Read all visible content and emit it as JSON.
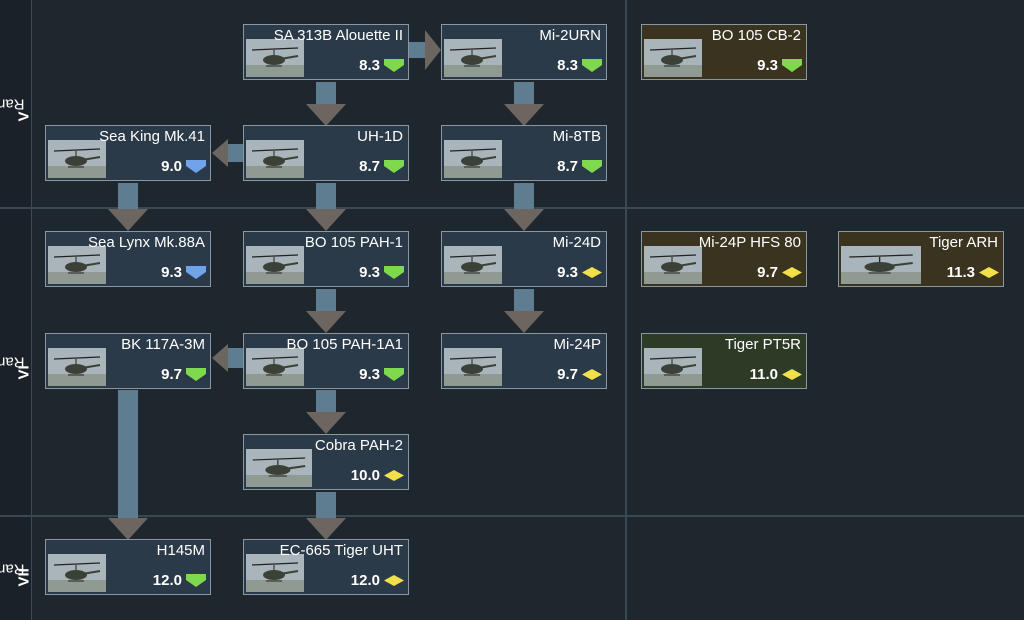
{
  "ranks": [
    {
      "prefix": "Rank ",
      "numeral": "V"
    },
    {
      "prefix": "Rank ",
      "numeral": "VI"
    },
    {
      "prefix": "Rank ",
      "numeral": "VII"
    }
  ],
  "colors": {
    "badge_green": "#7fd94e",
    "badge_blue": "#6fa3ea",
    "badge_yellow": "#f2e04a",
    "connector": "#5e7d90",
    "arrow": "#6d6660"
  },
  "vehicles": [
    {
      "name": "SA 313B Alouette II",
      "br": "8.3",
      "badge": "green",
      "icon": "helicopter-thumbnail"
    },
    {
      "name": "Mi-2URN",
      "br": "8.3",
      "badge": "green",
      "icon": "helicopter-thumbnail"
    },
    {
      "name": "BO 105 CB-2",
      "br": "9.3",
      "badge": "green",
      "icon": "helicopter-thumbnail"
    },
    {
      "name": "Sea King Mk.41",
      "br": "9.0",
      "badge": "blue",
      "icon": "helicopter-thumbnail"
    },
    {
      "name": "UH-1D",
      "br": "8.7",
      "badge": "green",
      "icon": "helicopter-thumbnail"
    },
    {
      "name": "Mi-8TB",
      "br": "8.7",
      "badge": "green",
      "icon": "helicopter-thumbnail"
    },
    {
      "name": "Sea Lynx Mk.88A",
      "br": "9.3",
      "badge": "blue",
      "icon": "helicopter-thumbnail"
    },
    {
      "name": "BO 105 PAH-1",
      "br": "9.3",
      "badge": "green",
      "icon": "helicopter-thumbnail"
    },
    {
      "name": "Mi-24D",
      "br": "9.3",
      "badge": "yellow",
      "icon": "helicopter-thumbnail"
    },
    {
      "name": "Mi-24P HFS 80",
      "br": "9.7",
      "badge": "yellow",
      "icon": "helicopter-thumbnail"
    },
    {
      "name": "Tiger ARH",
      "br": "11.3",
      "badge": "yellow",
      "icon": "helicopter-thumbnail"
    },
    {
      "name": "BK 117A-3M",
      "br": "9.7",
      "badge": "green",
      "icon": "helicopter-thumbnail"
    },
    {
      "name": "BO 105 PAH-1A1",
      "br": "9.3",
      "badge": "green",
      "icon": "helicopter-thumbnail"
    },
    {
      "name": "Mi-24P",
      "br": "9.7",
      "badge": "yellow",
      "icon": "helicopter-thumbnail"
    },
    {
      "name": "Tiger PT5R",
      "br": "11.0",
      "badge": "yellow",
      "icon": "helicopter-thumbnail"
    },
    {
      "name": "Cobra PAH-2",
      "br": "10.0",
      "badge": "yellow",
      "icon": "helicopter-thumbnail"
    },
    {
      "name": "H145M",
      "br": "12.0",
      "badge": "green",
      "icon": "helicopter-thumbnail"
    },
    {
      "name": "EC-665 Tiger UHT",
      "br": "12.0",
      "badge": "yellow",
      "icon": "helicopter-thumbnail"
    }
  ]
}
